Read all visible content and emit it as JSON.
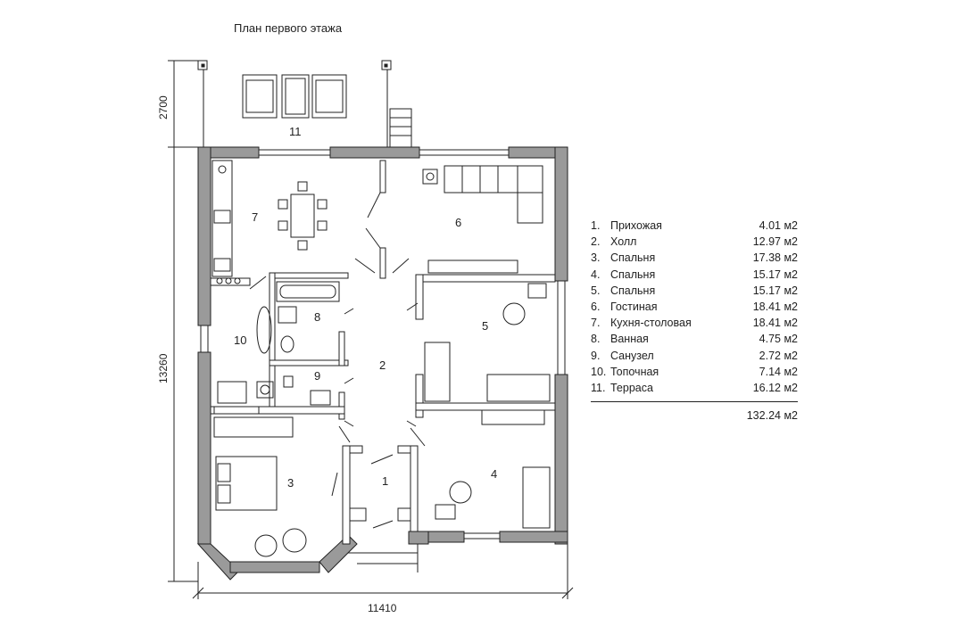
{
  "title": "План первого этажа",
  "dimensions": {
    "width": "11410",
    "height": "13260",
    "terrace_depth": "2700"
  },
  "room_numbers": [
    "1",
    "2",
    "3",
    "4",
    "5",
    "6",
    "7",
    "8",
    "9",
    "10",
    "11"
  ],
  "legend": {
    "rooms": [
      {
        "num": "1.",
        "name": "Прихожая",
        "area": "4.01 м2"
      },
      {
        "num": "2.",
        "name": "Холл",
        "area": "12.97 м2"
      },
      {
        "num": "3.",
        "name": "Спальня",
        "area": "17.38 м2"
      },
      {
        "num": "4.",
        "name": "Спальня",
        "area": "15.17 м2"
      },
      {
        "num": "5.",
        "name": "Спальня",
        "area": "15.17 м2"
      },
      {
        "num": "6.",
        "name": "Гостиная",
        "area": "18.41 м2"
      },
      {
        "num": "7.",
        "name": "Кухня-столовая",
        "area": "18.41 м2"
      },
      {
        "num": "8.",
        "name": "Ванная",
        "area": "4.75 м2"
      },
      {
        "num": "9.",
        "name": "Санузел",
        "area": "2.72 м2"
      },
      {
        "num": "10.",
        "name": "Топочная",
        "area": "7.14 м2"
      },
      {
        "num": "11.",
        "name": "Терраса",
        "area": "16.12 м2"
      }
    ],
    "total": "132.24 м2"
  },
  "colors": {
    "wall": "#9a9a9a",
    "line": "#222222"
  }
}
